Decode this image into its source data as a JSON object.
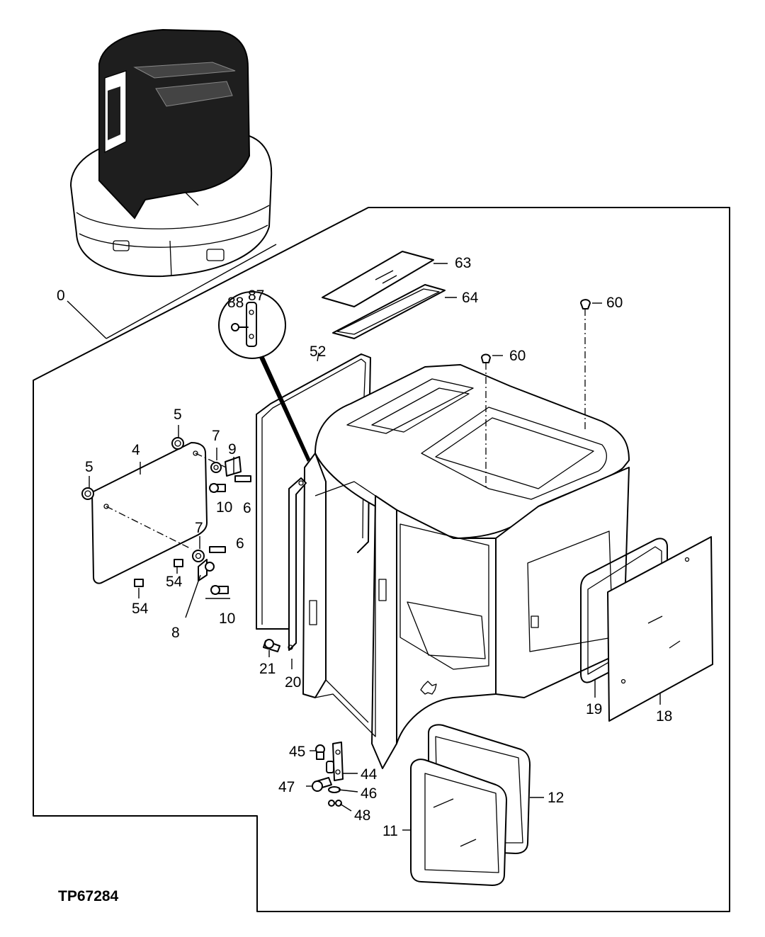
{
  "figure": {
    "reference_id": "TP67284"
  },
  "callouts": {
    "c0": "0",
    "c4": "4",
    "c5a": "5",
    "c5b": "5",
    "c6a": "6",
    "c6b": "6",
    "c7a": "7",
    "c7b": "7",
    "c8": "8",
    "c9": "9",
    "c10a": "10",
    "c10b": "10",
    "c11": "11",
    "c12": "12",
    "c18": "18",
    "c19": "19",
    "c20": "20",
    "c21": "21",
    "c44": "44",
    "c45": "45",
    "c46": "46",
    "c47": "47",
    "c48": "48",
    "c52": "52",
    "c54a": "54",
    "c54b": "54",
    "c60a": "60",
    "c60b": "60",
    "c63": "63",
    "c64": "64",
    "c87": "87",
    "c88": "88"
  }
}
